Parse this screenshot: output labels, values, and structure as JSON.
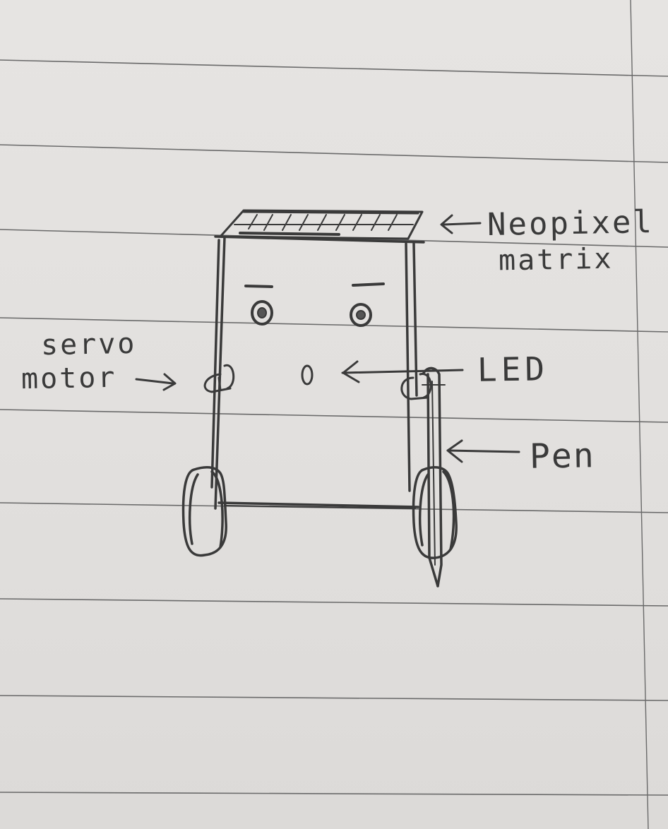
{
  "diagram": {
    "labels": {
      "neopixel_line1": "Neopixel",
      "neopixel_line2": "matrix",
      "servo_line1": "servo",
      "servo_line2": "motor",
      "led": "LED",
      "pen": "Pen"
    },
    "colors": {
      "paper": "#e3e1df",
      "rule_lines": "#5c5c5c",
      "pencil": "#3a3a3a"
    }
  }
}
